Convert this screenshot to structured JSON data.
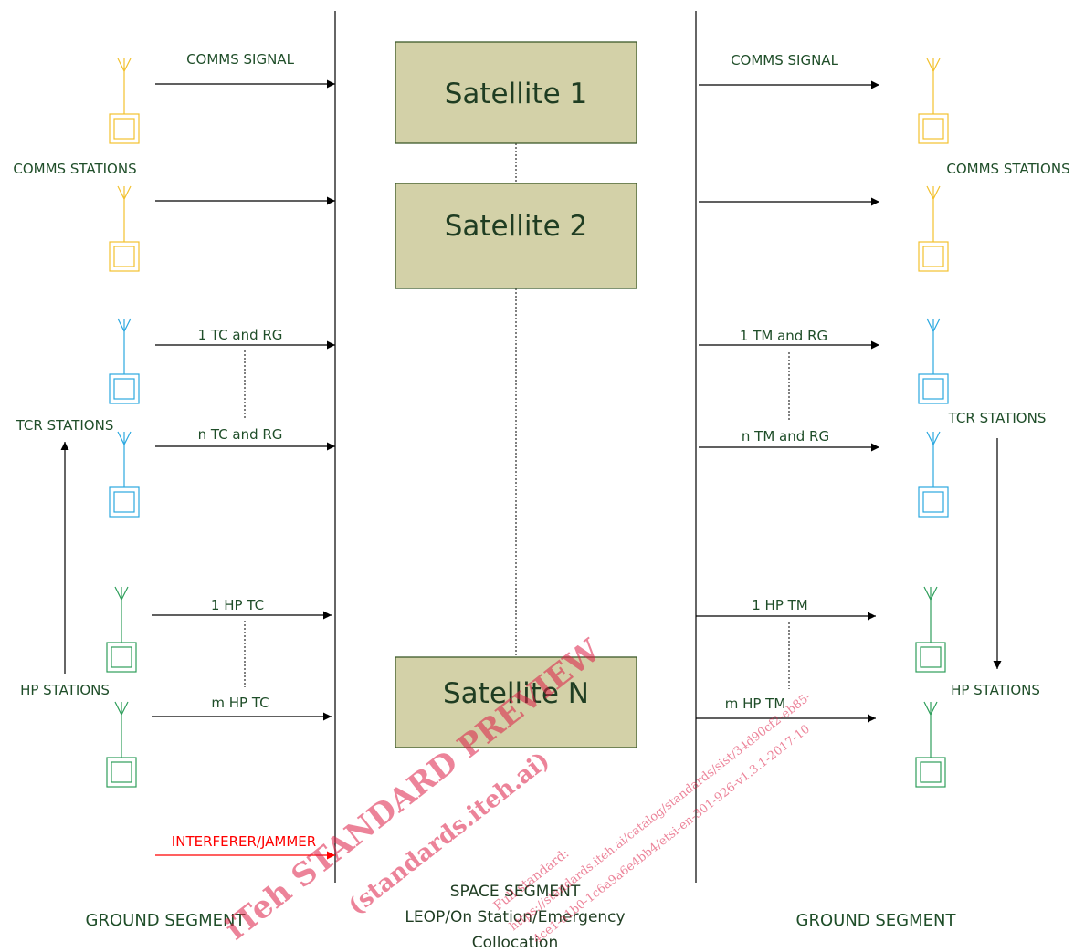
{
  "colors": {
    "comms": "#f2c12e",
    "tcr": "#2ba8e0",
    "hp": "#2e9e5b",
    "interferer": "#ff0000",
    "satellite_fill": "#d3d1a8",
    "satellite_stroke": "#3d5a2a",
    "text": "#1f4e29",
    "watermark": "#dc1e46"
  },
  "satellites": [
    "Satellite 1",
    "Satellite 2",
    "Satellite N"
  ],
  "left": {
    "comms_signal": "COMMS SIGNAL",
    "comms_stations": "COMMS STATIONS",
    "tc_first": "1 TC and RG",
    "tc_last": "n TC and RG",
    "tcr_stations": "TCR STATIONS",
    "hp_first": "1 HP TC",
    "hp_last": "m HP TC",
    "hp_stations": "HP STATIONS",
    "interferer": "INTERFERER/JAMMER",
    "segment": "GROUND SEGMENT"
  },
  "right": {
    "comms_signal": "COMMS SIGNAL",
    "comms_stations": "COMMS STATIONS",
    "tm_first": "1 TM and RG",
    "tm_last": "n TM and RG",
    "tcr_stations": "TCR STATIONS",
    "hp_first": "1 HP TM",
    "hp_last": "m HP TM",
    "hp_stations": "HP STATIONS",
    "segment": "GROUND SEGMENT"
  },
  "space": {
    "line1": "SPACE SEGMENT",
    "line2": "LEOP/On Station/Emergency",
    "line3": "Collocation"
  },
  "watermark": {
    "line1": "iTeh STANDARD PREVIEW",
    "line2": "(standards.iteh.ai)",
    "line3": "Full standard:",
    "line4": "https://standards.iteh.ai/catalog/standards/sist/34d90cf2-eb85-",
    "line5": "4ce1-a1b0-1c6a9a6e4bb4/etsi-en-301-926-v1.3.1-2017-10"
  },
  "station_icon": "antenna-icon"
}
